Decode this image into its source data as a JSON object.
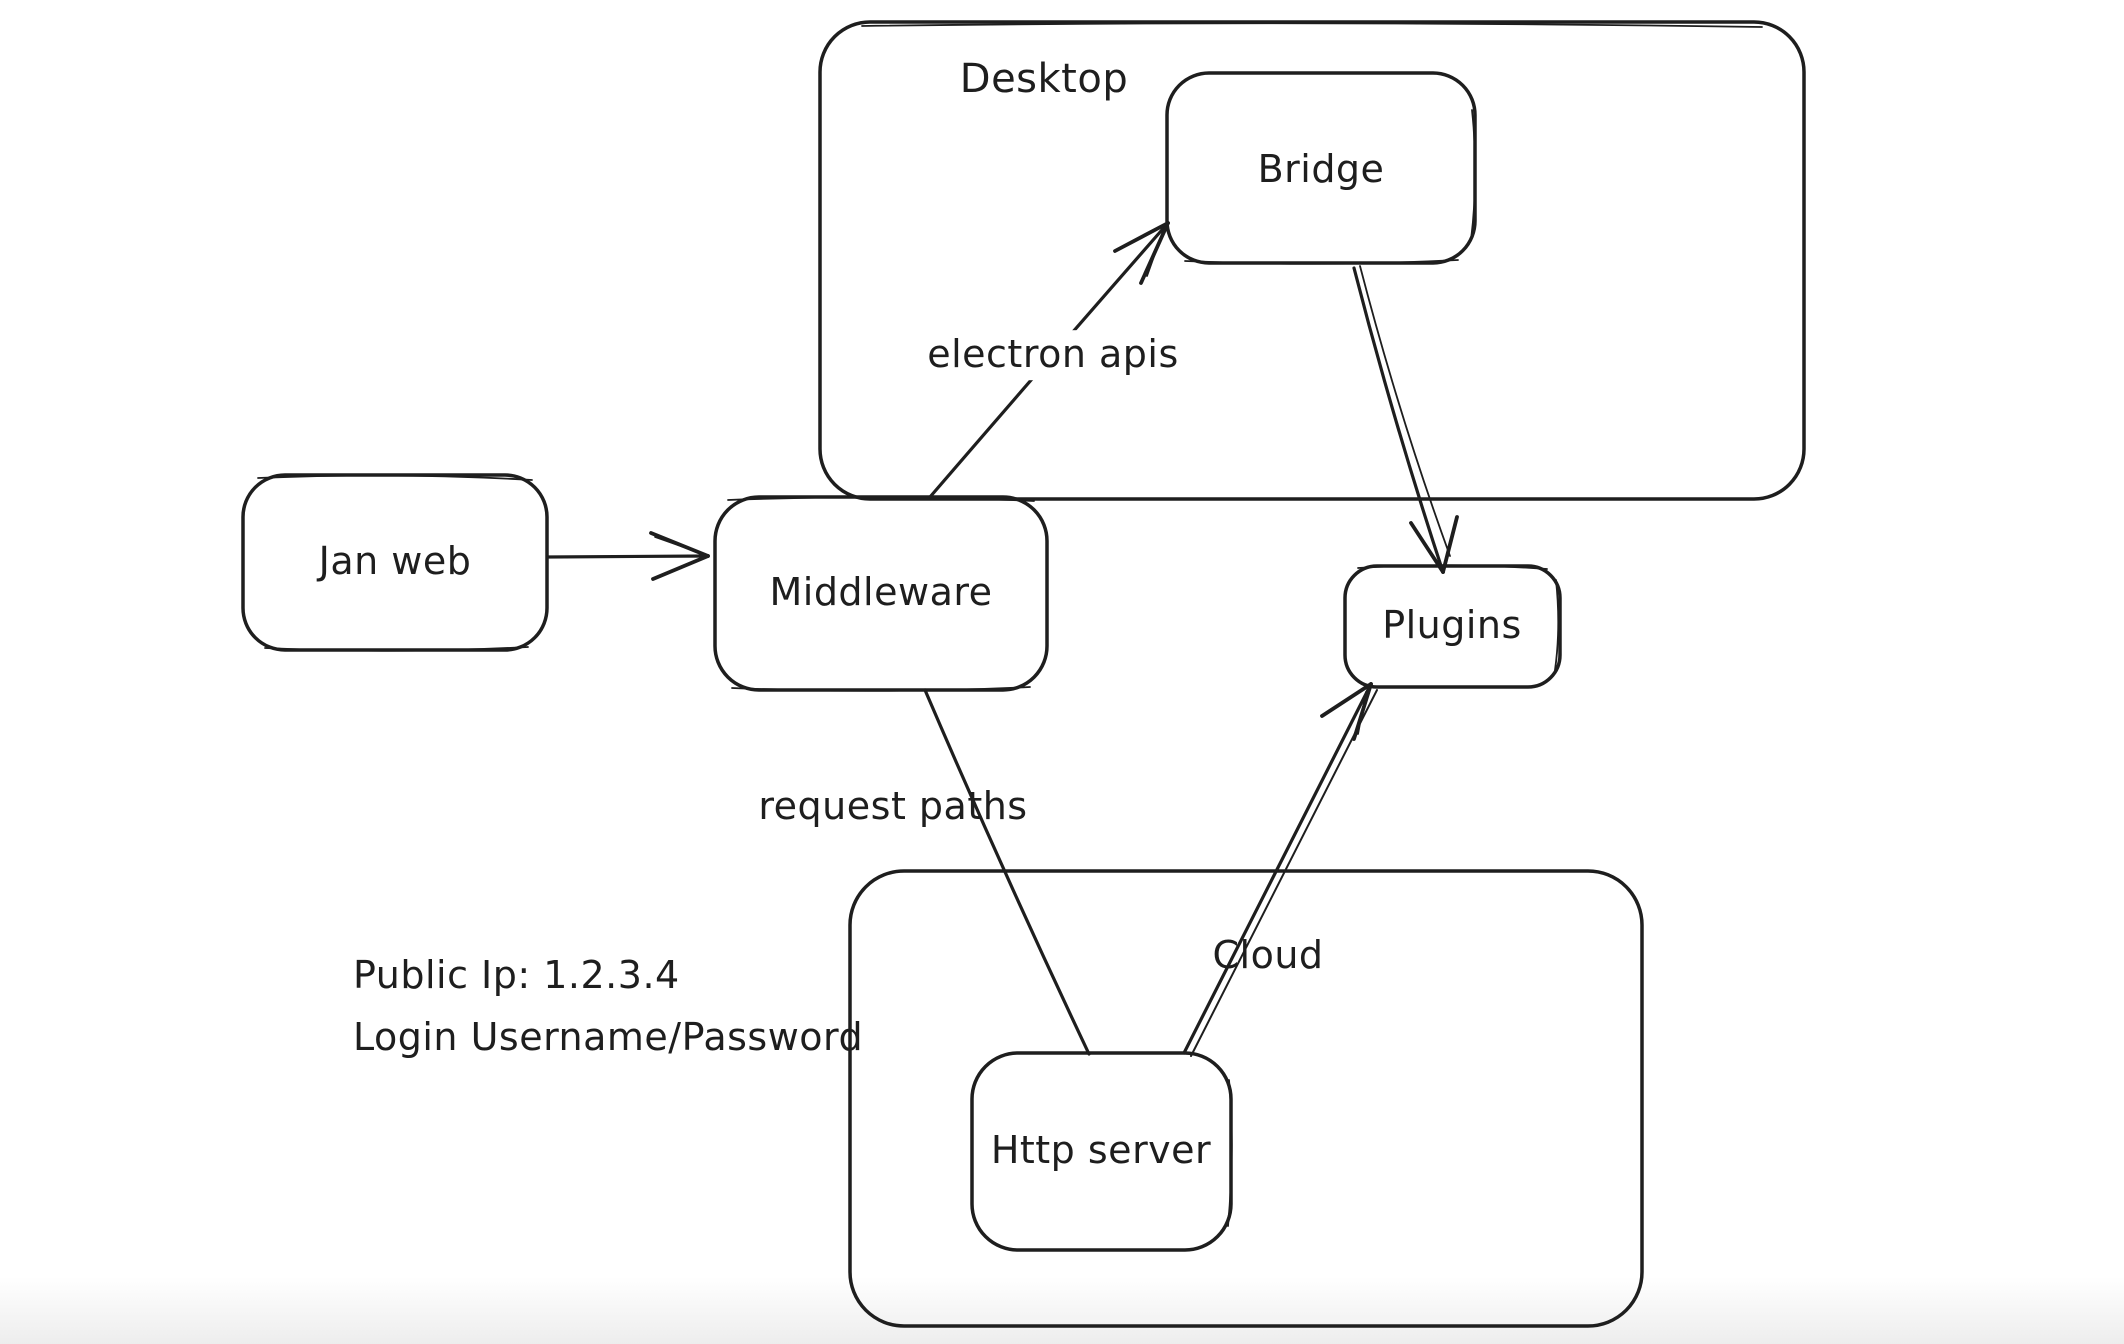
{
  "diagram": {
    "colors": {
      "stroke": "#1e1e1e",
      "background": "#ffffff"
    },
    "containers": {
      "desktop": {
        "label": "Desktop"
      },
      "cloud": {
        "label": "Cloud"
      }
    },
    "nodes": {
      "jan_web": {
        "label": "Jan web"
      },
      "middleware": {
        "label": "Middleware"
      },
      "bridge": {
        "label": "Bridge"
      },
      "plugins": {
        "label": "Plugins"
      },
      "http_server": {
        "label": "Http server"
      }
    },
    "edges": {
      "jan_web_to_middleware": {
        "from": "Jan web",
        "to": "Middleware",
        "label": ""
      },
      "middleware_to_bridge": {
        "from": "Middleware",
        "to": "Bridge",
        "label": "electron apis"
      },
      "bridge_to_plugins": {
        "from": "Bridge",
        "to": "Plugins",
        "label": ""
      },
      "middleware_to_http_server": {
        "from": "Middleware",
        "to": "Http server",
        "label": "request paths"
      },
      "http_server_to_plugins": {
        "from": "Http server",
        "to": "Plugins",
        "label": ""
      }
    },
    "annotations": {
      "public_ip": "Public Ip: 1.2.3.4",
      "login": "Login Username/Password"
    }
  }
}
